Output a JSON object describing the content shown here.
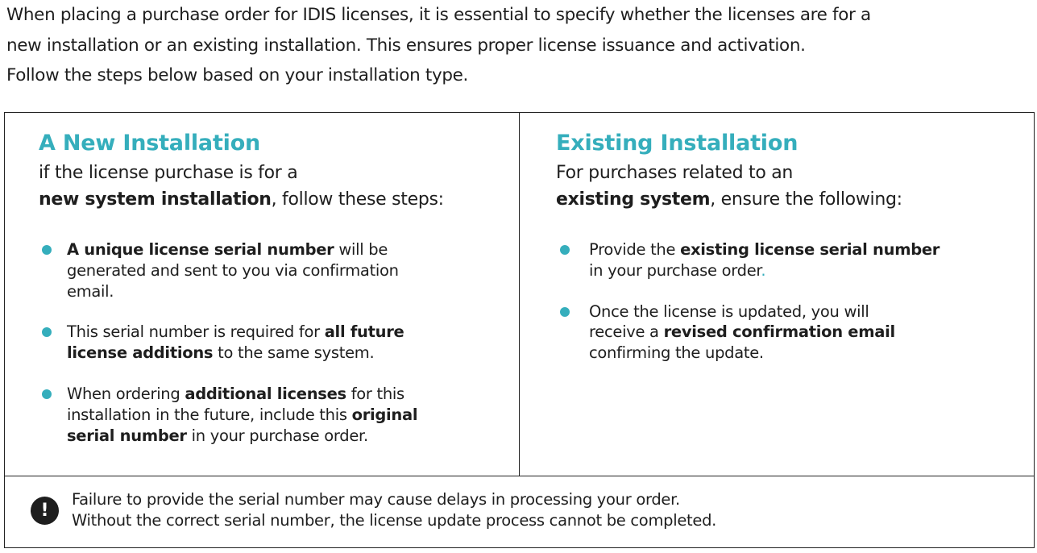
{
  "intro": {
    "line1": "When placing a purchase order for IDIS licenses, it is essential to specify whether the licenses are for a",
    "line2": "new installation or an existing installation. This ensures proper license issuance and activation.",
    "line3": "Follow the steps below based on your installation type."
  },
  "new_installation": {
    "title": "A New Installation",
    "sub_line1": "if the license purchase is for a",
    "sub_bold": "new system installation",
    "sub_rest": ", follow these steps:",
    "bullets": [
      {
        "l1_bold": "A unique license serial number",
        "l1_rest": " will be",
        "l2": "generated and sent to you via confirmation",
        "l3": "email."
      },
      {
        "l1_text": "This serial number is required for ",
        "l1_bold": "all future",
        "l2_bold": "license additions",
        "l2_rest": " to the same system."
      },
      {
        "l1_text": "When ordering ",
        "l1_bold": "additional licenses",
        "l1_rest": " for this",
        "l2_text": "installation in the future, include this ",
        "l2_bold": "original",
        "l3_bold": "serial number",
        "l3_rest": " in your purchase order."
      }
    ]
  },
  "existing_installation": {
    "title": "Existing Installation",
    "sub_line1": "For purchases related to an",
    "sub_bold": "existing system",
    "sub_rest": ", ensure the following:",
    "bullets": [
      {
        "l1_text": "Provide the ",
        "l1_bold": "existing license serial number",
        "l2_text": "in your purchase order",
        "l2_dot": "."
      },
      {
        "l1_text": "Once the license is updated, you will",
        "l2_text": "receive a ",
        "l2_bold": "revised confirmation email",
        "l3": "confirming the update."
      }
    ]
  },
  "notice": {
    "icon": "exclamation-icon",
    "icon_glyph": "!",
    "line1": "Failure to provide the serial number may cause delays in processing your order.",
    "line2": "Without the correct serial number, the license update process cannot be completed."
  },
  "colors": {
    "accent": "#35aebc",
    "text": "#1e1e1e",
    "border": "#222222"
  }
}
